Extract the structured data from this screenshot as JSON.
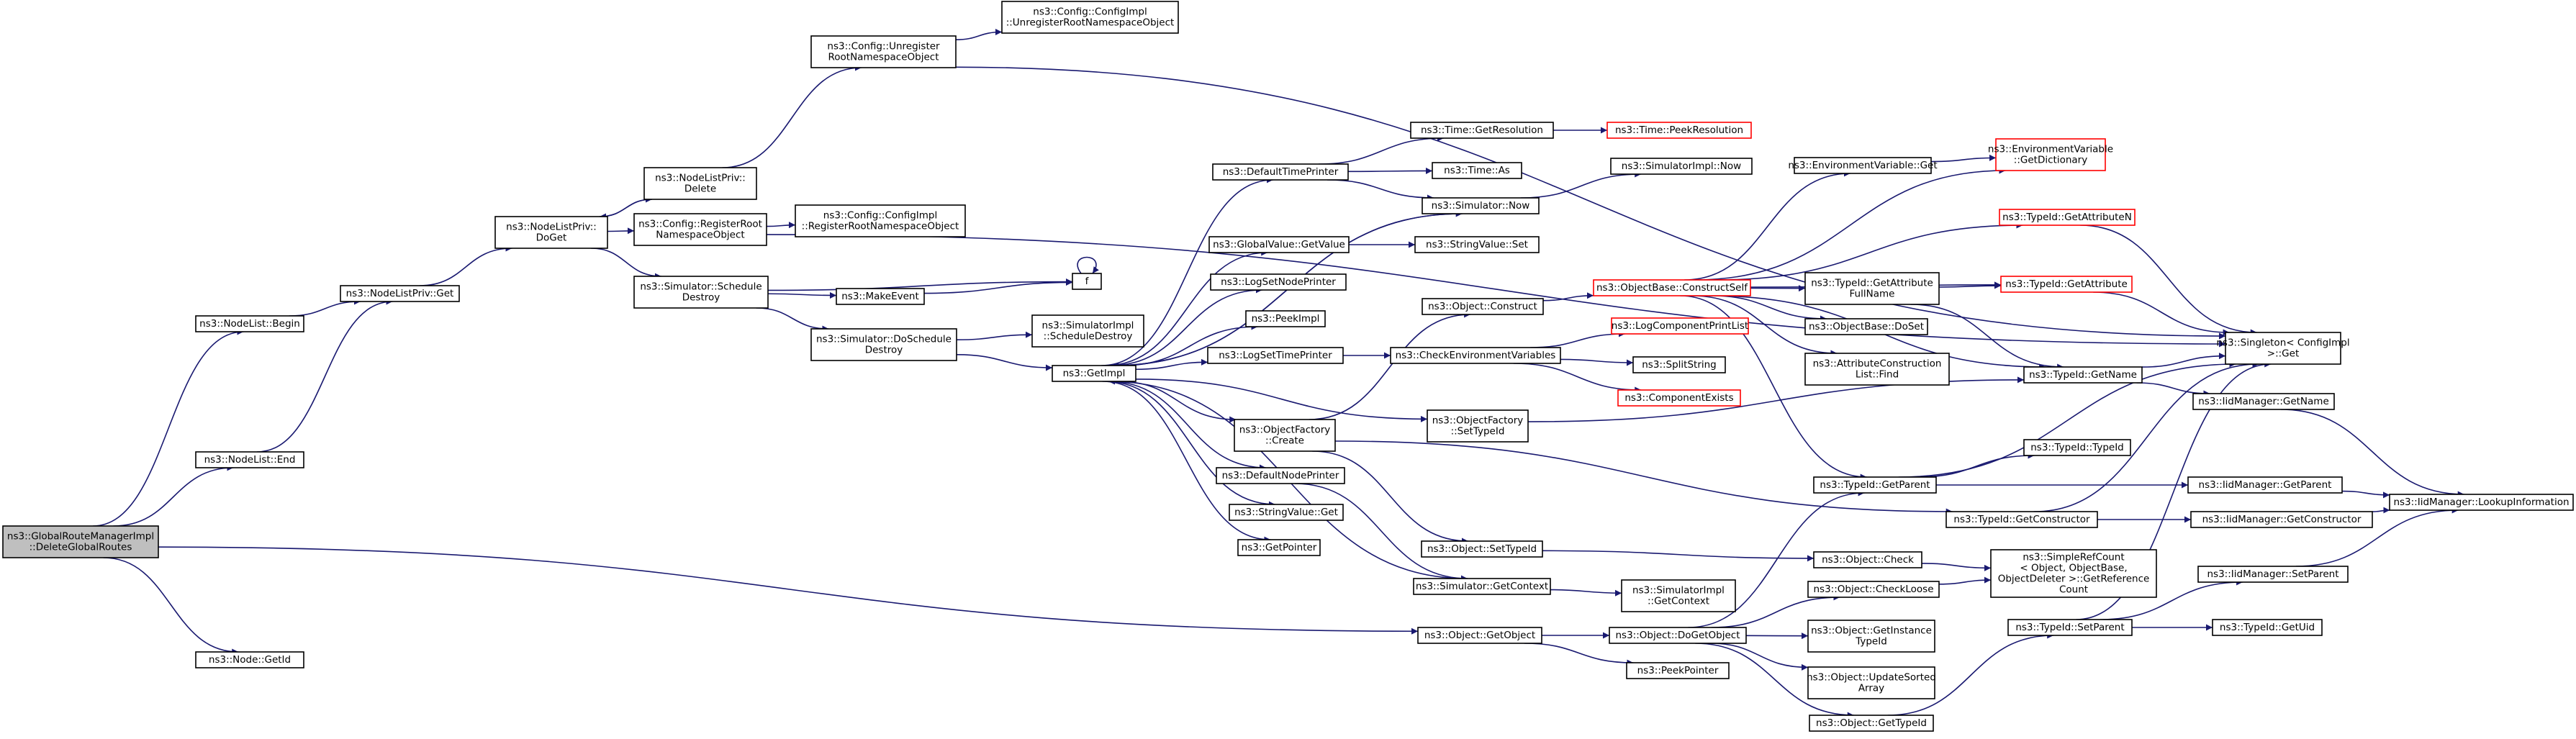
{
  "colors": {
    "edge": "#191970",
    "node_border": "#000000",
    "node_border_undocumented": "#ff0000",
    "root_fill": "#bfbfbf",
    "node_fill": "#ffffff"
  },
  "nodes": [
    {
      "id": "root",
      "lines": [
        "ns3::GlobalRouteManagerImpl",
        "::DeleteGlobalRoutes"
      ],
      "style": "root"
    },
    {
      "id": "nl_begin",
      "lines": [
        "ns3::NodeList::Begin"
      ],
      "style": "normal"
    },
    {
      "id": "nl_end",
      "lines": [
        "ns3::NodeList::End"
      ],
      "style": "normal"
    },
    {
      "id": "node_getid",
      "lines": [
        "ns3::Node::GetId"
      ],
      "style": "normal"
    },
    {
      "id": "nlp_get",
      "lines": [
        "ns3::NodeListPriv::Get"
      ],
      "style": "normal"
    },
    {
      "id": "nlp_doget",
      "lines": [
        "ns3::NodeListPriv::",
        "DoGet"
      ],
      "style": "normal"
    },
    {
      "id": "nlp_delete",
      "lines": [
        "ns3::NodeListPriv::",
        "Delete"
      ],
      "style": "normal"
    },
    {
      "id": "cfg_unreg",
      "lines": [
        "ns3::Config::Unregister",
        "RootNamespaceObject"
      ],
      "style": "normal"
    },
    {
      "id": "cfgimpl_unreg",
      "lines": [
        "ns3::Config::ConfigImpl",
        "::UnregisterRootNamespaceObject"
      ],
      "style": "normal"
    },
    {
      "id": "cfg_reg",
      "lines": [
        "ns3::Config::RegisterRoot",
        "NamespaceObject"
      ],
      "style": "normal"
    },
    {
      "id": "cfgimpl_reg",
      "lines": [
        "ns3::Config::ConfigImpl",
        "::RegisterRootNamespaceObject"
      ],
      "style": "normal"
    },
    {
      "id": "sim_schedule_destroy",
      "lines": [
        "ns3::Simulator::Schedule",
        "Destroy"
      ],
      "style": "normal"
    },
    {
      "id": "make_event",
      "lines": [
        "ns3::MakeEvent"
      ],
      "style": "normal"
    },
    {
      "id": "f",
      "lines": [
        "f"
      ],
      "style": "normal"
    },
    {
      "id": "sim_doschedule_destroy",
      "lines": [
        "ns3::Simulator::DoSchedule",
        "Destroy"
      ],
      "style": "normal"
    },
    {
      "id": "simimpl_schedule_destroy",
      "lines": [
        "ns3::SimulatorImpl",
        "::ScheduleDestroy"
      ],
      "style": "normal"
    },
    {
      "id": "getimpl",
      "lines": [
        "ns3::GetImpl"
      ],
      "style": "normal"
    },
    {
      "id": "default_time_printer",
      "lines": [
        "ns3::DefaultTimePrinter"
      ],
      "style": "normal"
    },
    {
      "id": "time_getres",
      "lines": [
        "ns3::Time::GetResolution"
      ],
      "style": "normal"
    },
    {
      "id": "time_peekres",
      "lines": [
        "ns3::Time::PeekResolution"
      ],
      "style": "undocumented"
    },
    {
      "id": "time_as",
      "lines": [
        "ns3::Time::As"
      ],
      "style": "normal"
    },
    {
      "id": "sim_now",
      "lines": [
        "ns3::Simulator::Now"
      ],
      "style": "normal"
    },
    {
      "id": "simimpl_now",
      "lines": [
        "ns3::SimulatorImpl::Now"
      ],
      "style": "normal"
    },
    {
      "id": "gv_getvalue",
      "lines": [
        "ns3::GlobalValue::GetValue"
      ],
      "style": "normal"
    },
    {
      "id": "sv_set",
      "lines": [
        "ns3::StringValue::Set"
      ],
      "style": "normal"
    },
    {
      "id": "log_set_node_printer",
      "lines": [
        "ns3::LogSetNodePrinter"
      ],
      "style": "normal"
    },
    {
      "id": "peekimpl",
      "lines": [
        "ns3::PeekImpl"
      ],
      "style": "normal"
    },
    {
      "id": "log_set_time_printer",
      "lines": [
        "ns3::LogSetTimePrinter"
      ],
      "style": "normal"
    },
    {
      "id": "check_env_vars",
      "lines": [
        "ns3::CheckEnvironmentVariables"
      ],
      "style": "normal"
    },
    {
      "id": "obj_construct",
      "lines": [
        "ns3::Object::Construct"
      ],
      "style": "normal"
    },
    {
      "id": "objbase_construct_self",
      "lines": [
        "ns3::ObjectBase::ConstructSelf"
      ],
      "style": "undocumented"
    },
    {
      "id": "env_get",
      "lines": [
        "ns3::EnvironmentVariable::Get"
      ],
      "style": "normal"
    },
    {
      "id": "env_getdict",
      "lines": [
        "ns3::EnvironmentVariable",
        "::GetDictionary"
      ],
      "style": "undocumented"
    },
    {
      "id": "log_component_print_list",
      "lines": [
        "ns3::LogComponentPrintList"
      ],
      "style": "undocumented"
    },
    {
      "id": "split_string",
      "lines": [
        "ns3::SplitString"
      ],
      "style": "normal"
    },
    {
      "id": "component_exists",
      "lines": [
        "ns3::ComponentExists"
      ],
      "style": "undocumented"
    },
    {
      "id": "of_create",
      "lines": [
        "ns3::ObjectFactory",
        "::Create"
      ],
      "style": "normal"
    },
    {
      "id": "of_settypeid",
      "lines": [
        "ns3::ObjectFactory",
        "::SetTypeId"
      ],
      "style": "normal"
    },
    {
      "id": "default_node_printer",
      "lines": [
        "ns3::DefaultNodePrinter"
      ],
      "style": "normal"
    },
    {
      "id": "sv_get",
      "lines": [
        "ns3::StringValue::Get"
      ],
      "style": "normal"
    },
    {
      "id": "getpointer",
      "lines": [
        "ns3::GetPointer"
      ],
      "style": "normal"
    },
    {
      "id": "obj_settypeid",
      "lines": [
        "ns3::Object::SetTypeId"
      ],
      "style": "normal"
    },
    {
      "id": "sim_getcontext",
      "lines": [
        "ns3::Simulator::GetContext"
      ],
      "style": "normal"
    },
    {
      "id": "simimpl_getcontext",
      "lines": [
        "ns3::SimulatorImpl",
        "::GetContext"
      ],
      "style": "normal"
    },
    {
      "id": "obj_getobject",
      "lines": [
        "ns3::Object::GetObject"
      ],
      "style": "normal"
    },
    {
      "id": "obj_dogetobject",
      "lines": [
        "ns3::Object::DoGetObject"
      ],
      "style": "normal"
    },
    {
      "id": "peek_pointer",
      "lines": [
        "ns3::PeekPointer"
      ],
      "style": "normal"
    },
    {
      "id": "tid_getattrn",
      "lines": [
        "ns3::TypeId::GetAttributeN"
      ],
      "style": "undocumented"
    },
    {
      "id": "tid_getattr_fullname",
      "lines": [
        "ns3::TypeId::GetAttribute",
        "FullName"
      ],
      "style": "normal"
    },
    {
      "id": "tid_getattr",
      "lines": [
        "ns3::TypeId::GetAttribute"
      ],
      "style": "undocumented"
    },
    {
      "id": "objbase_doset",
      "lines": [
        "ns3::ObjectBase::DoSet"
      ],
      "style": "normal"
    },
    {
      "id": "attrcons_find",
      "lines": [
        "ns3::AttributeConstruction",
        "List::Find"
      ],
      "style": "normal"
    },
    {
      "id": "tid_getname",
      "lines": [
        "ns3::TypeId::GetName"
      ],
      "style": "normal"
    },
    {
      "id": "singleton_get",
      "lines": [
        "ns3::Singleton< ConfigImpl",
        " >::Get"
      ],
      "style": "normal"
    },
    {
      "id": "iidm_getname",
      "lines": [
        "ns3::IidManager::GetName"
      ],
      "style": "normal"
    },
    {
      "id": "tid_typeid",
      "lines": [
        "ns3::TypeId::TypeId"
      ],
      "style": "normal"
    },
    {
      "id": "tid_getparent",
      "lines": [
        "ns3::TypeId::GetParent"
      ],
      "style": "normal"
    },
    {
      "id": "iidm_getparent",
      "lines": [
        "ns3::IidManager::GetParent"
      ],
      "style": "normal"
    },
    {
      "id": "tid_getconstructor",
      "lines": [
        "ns3::TypeId::GetConstructor"
      ],
      "style": "normal"
    },
    {
      "id": "iidm_getconstructor",
      "lines": [
        "ns3::IidManager::GetConstructor"
      ],
      "style": "normal"
    },
    {
      "id": "iidm_lookup",
      "lines": [
        "ns3::IidManager::LookupInformation"
      ],
      "style": "normal"
    },
    {
      "id": "obj_check",
      "lines": [
        "ns3::Object::Check"
      ],
      "style": "normal"
    },
    {
      "id": "simple_ref_count",
      "lines": [
        "ns3::SimpleRefCount",
        "< Object, ObjectBase,",
        " ObjectDeleter >::GetReference",
        "Count"
      ],
      "style": "normal"
    },
    {
      "id": "obj_checkloose",
      "lines": [
        "ns3::Object::CheckLoose"
      ],
      "style": "normal"
    },
    {
      "id": "obj_getinstancetypeid",
      "lines": [
        "ns3::Object::GetInstance",
        "TypeId"
      ],
      "style": "normal"
    },
    {
      "id": "obj_updatesorted",
      "lines": [
        "ns3::Object::UpdateSorted",
        "Array"
      ],
      "style": "normal"
    },
    {
      "id": "obj_gettypeid",
      "lines": [
        "ns3::Object::GetTypeId"
      ],
      "style": "normal"
    },
    {
      "id": "tid_setparent",
      "lines": [
        "ns3::TypeId::SetParent"
      ],
      "style": "normal"
    },
    {
      "id": "iidm_setparent",
      "lines": [
        "ns3::IidManager::SetParent"
      ],
      "style": "normal"
    },
    {
      "id": "tid_getuid",
      "lines": [
        "ns3::TypeId::GetUid"
      ],
      "style": "normal"
    }
  ],
  "edges": [
    [
      "root",
      "nl_begin"
    ],
    [
      "root",
      "nl_end"
    ],
    [
      "root",
      "node_getid"
    ],
    [
      "root",
      "obj_getobject"
    ],
    [
      "nl_begin",
      "nlp_get"
    ],
    [
      "nl_end",
      "nlp_get"
    ],
    [
      "nlp_get",
      "nlp_doget"
    ],
    [
      "nlp_doget",
      "nlp_delete"
    ],
    [
      "nlp_doget",
      "cfg_reg"
    ],
    [
      "nlp_doget",
      "sim_schedule_destroy"
    ],
    [
      "nlp_delete",
      "cfg_unreg"
    ],
    [
      "nlp_delete",
      "nlp_doget"
    ],
    [
      "cfg_unreg",
      "cfgimpl_unreg"
    ],
    [
      "cfg_unreg",
      "singleton_get"
    ],
    [
      "cfg_reg",
      "cfgimpl_reg"
    ],
    [
      "cfg_reg",
      "singleton_get"
    ],
    [
      "sim_schedule_destroy",
      "f"
    ],
    [
      "sim_schedule_destroy",
      "make_event"
    ],
    [
      "sim_schedule_destroy",
      "sim_doschedule_destroy"
    ],
    [
      "make_event",
      "f"
    ],
    [
      "f",
      "f"
    ],
    [
      "sim_doschedule_destroy",
      "simimpl_schedule_destroy"
    ],
    [
      "sim_doschedule_destroy",
      "getimpl"
    ],
    [
      "getimpl",
      "default_time_printer"
    ],
    [
      "getimpl",
      "sim_now"
    ],
    [
      "getimpl",
      "gv_getvalue"
    ],
    [
      "getimpl",
      "log_set_node_printer"
    ],
    [
      "getimpl",
      "peekimpl"
    ],
    [
      "getimpl",
      "log_set_time_printer"
    ],
    [
      "getimpl",
      "of_settypeid"
    ],
    [
      "getimpl",
      "of_create"
    ],
    [
      "getimpl",
      "default_node_printer"
    ],
    [
      "getimpl",
      "sv_get"
    ],
    [
      "getimpl",
      "getpointer"
    ],
    [
      "default_time_printer",
      "time_getres"
    ],
    [
      "default_time_printer",
      "time_as"
    ],
    [
      "default_time_printer",
      "sim_now"
    ],
    [
      "time_getres",
      "time_peekres"
    ],
    [
      "sim_now",
      "getimpl"
    ],
    [
      "sim_now",
      "simimpl_now"
    ],
    [
      "gv_getvalue",
      "sv_set"
    ],
    [
      "log_set_time_printer",
      "check_env_vars"
    ],
    [
      "check_env_vars",
      "log_component_print_list"
    ],
    [
      "check_env_vars",
      "split_string"
    ],
    [
      "check_env_vars",
      "component_exists"
    ],
    [
      "of_create",
      "obj_construct"
    ],
    [
      "of_create",
      "obj_settypeid"
    ],
    [
      "of_create",
      "tid_getconstructor"
    ],
    [
      "obj_construct",
      "objbase_construct_self"
    ],
    [
      "objbase_construct_self",
      "env_get"
    ],
    [
      "objbase_construct_self",
      "env_getdict"
    ],
    [
      "objbase_construct_self",
      "tid_getattrn"
    ],
    [
      "objbase_construct_self",
      "tid_getattr_fullname"
    ],
    [
      "objbase_construct_self",
      "tid_getattr"
    ],
    [
      "objbase_construct_self",
      "objbase_doset"
    ],
    [
      "objbase_construct_self",
      "attrcons_find"
    ],
    [
      "objbase_construct_self",
      "tid_getname"
    ],
    [
      "objbase_construct_self",
      "tid_getparent"
    ],
    [
      "env_get",
      "env_getdict"
    ],
    [
      "of_settypeid",
      "tid_getname"
    ],
    [
      "default_node_printer",
      "sim_getcontext"
    ],
    [
      "obj_settypeid",
      "obj_check"
    ],
    [
      "sim_getcontext",
      "getimpl"
    ],
    [
      "sim_getcontext",
      "simimpl_getcontext"
    ],
    [
      "obj_getobject",
      "obj_dogetobject"
    ],
    [
      "obj_getobject",
      "peek_pointer"
    ],
    [
      "obj_dogetobject",
      "tid_getparent"
    ],
    [
      "obj_dogetobject",
      "obj_checkloose"
    ],
    [
      "obj_dogetobject",
      "obj_getinstancetypeid"
    ],
    [
      "obj_dogetobject",
      "obj_updatesorted"
    ],
    [
      "obj_dogetobject",
      "obj_gettypeid"
    ],
    [
      "tid_getattrn",
      "singleton_get"
    ],
    [
      "tid_getattr_fullname",
      "tid_getattr"
    ],
    [
      "tid_getattr_fullname",
      "tid_getname"
    ],
    [
      "tid_getattr",
      "singleton_get"
    ],
    [
      "tid_getname",
      "singleton_get"
    ],
    [
      "tid_getname",
      "iidm_getname"
    ],
    [
      "iidm_getname",
      "iidm_lookup"
    ],
    [
      "tid_getparent",
      "tid_typeid"
    ],
    [
      "tid_getparent",
      "iidm_getparent"
    ],
    [
      "tid_getparent",
      "singleton_get"
    ],
    [
      "iidm_getparent",
      "iidm_lookup"
    ],
    [
      "tid_getconstructor",
      "iidm_getconstructor"
    ],
    [
      "tid_getconstructor",
      "singleton_get"
    ],
    [
      "iidm_getconstructor",
      "iidm_lookup"
    ],
    [
      "obj_check",
      "simple_ref_count"
    ],
    [
      "obj_checkloose",
      "simple_ref_count"
    ],
    [
      "obj_gettypeid",
      "tid_setparent"
    ],
    [
      "tid_setparent",
      "iidm_setparent"
    ],
    [
      "tid_setparent",
      "tid_getuid"
    ],
    [
      "tid_setparent",
      "singleton_get"
    ],
    [
      "iidm_setparent",
      "iidm_lookup"
    ]
  ]
}
